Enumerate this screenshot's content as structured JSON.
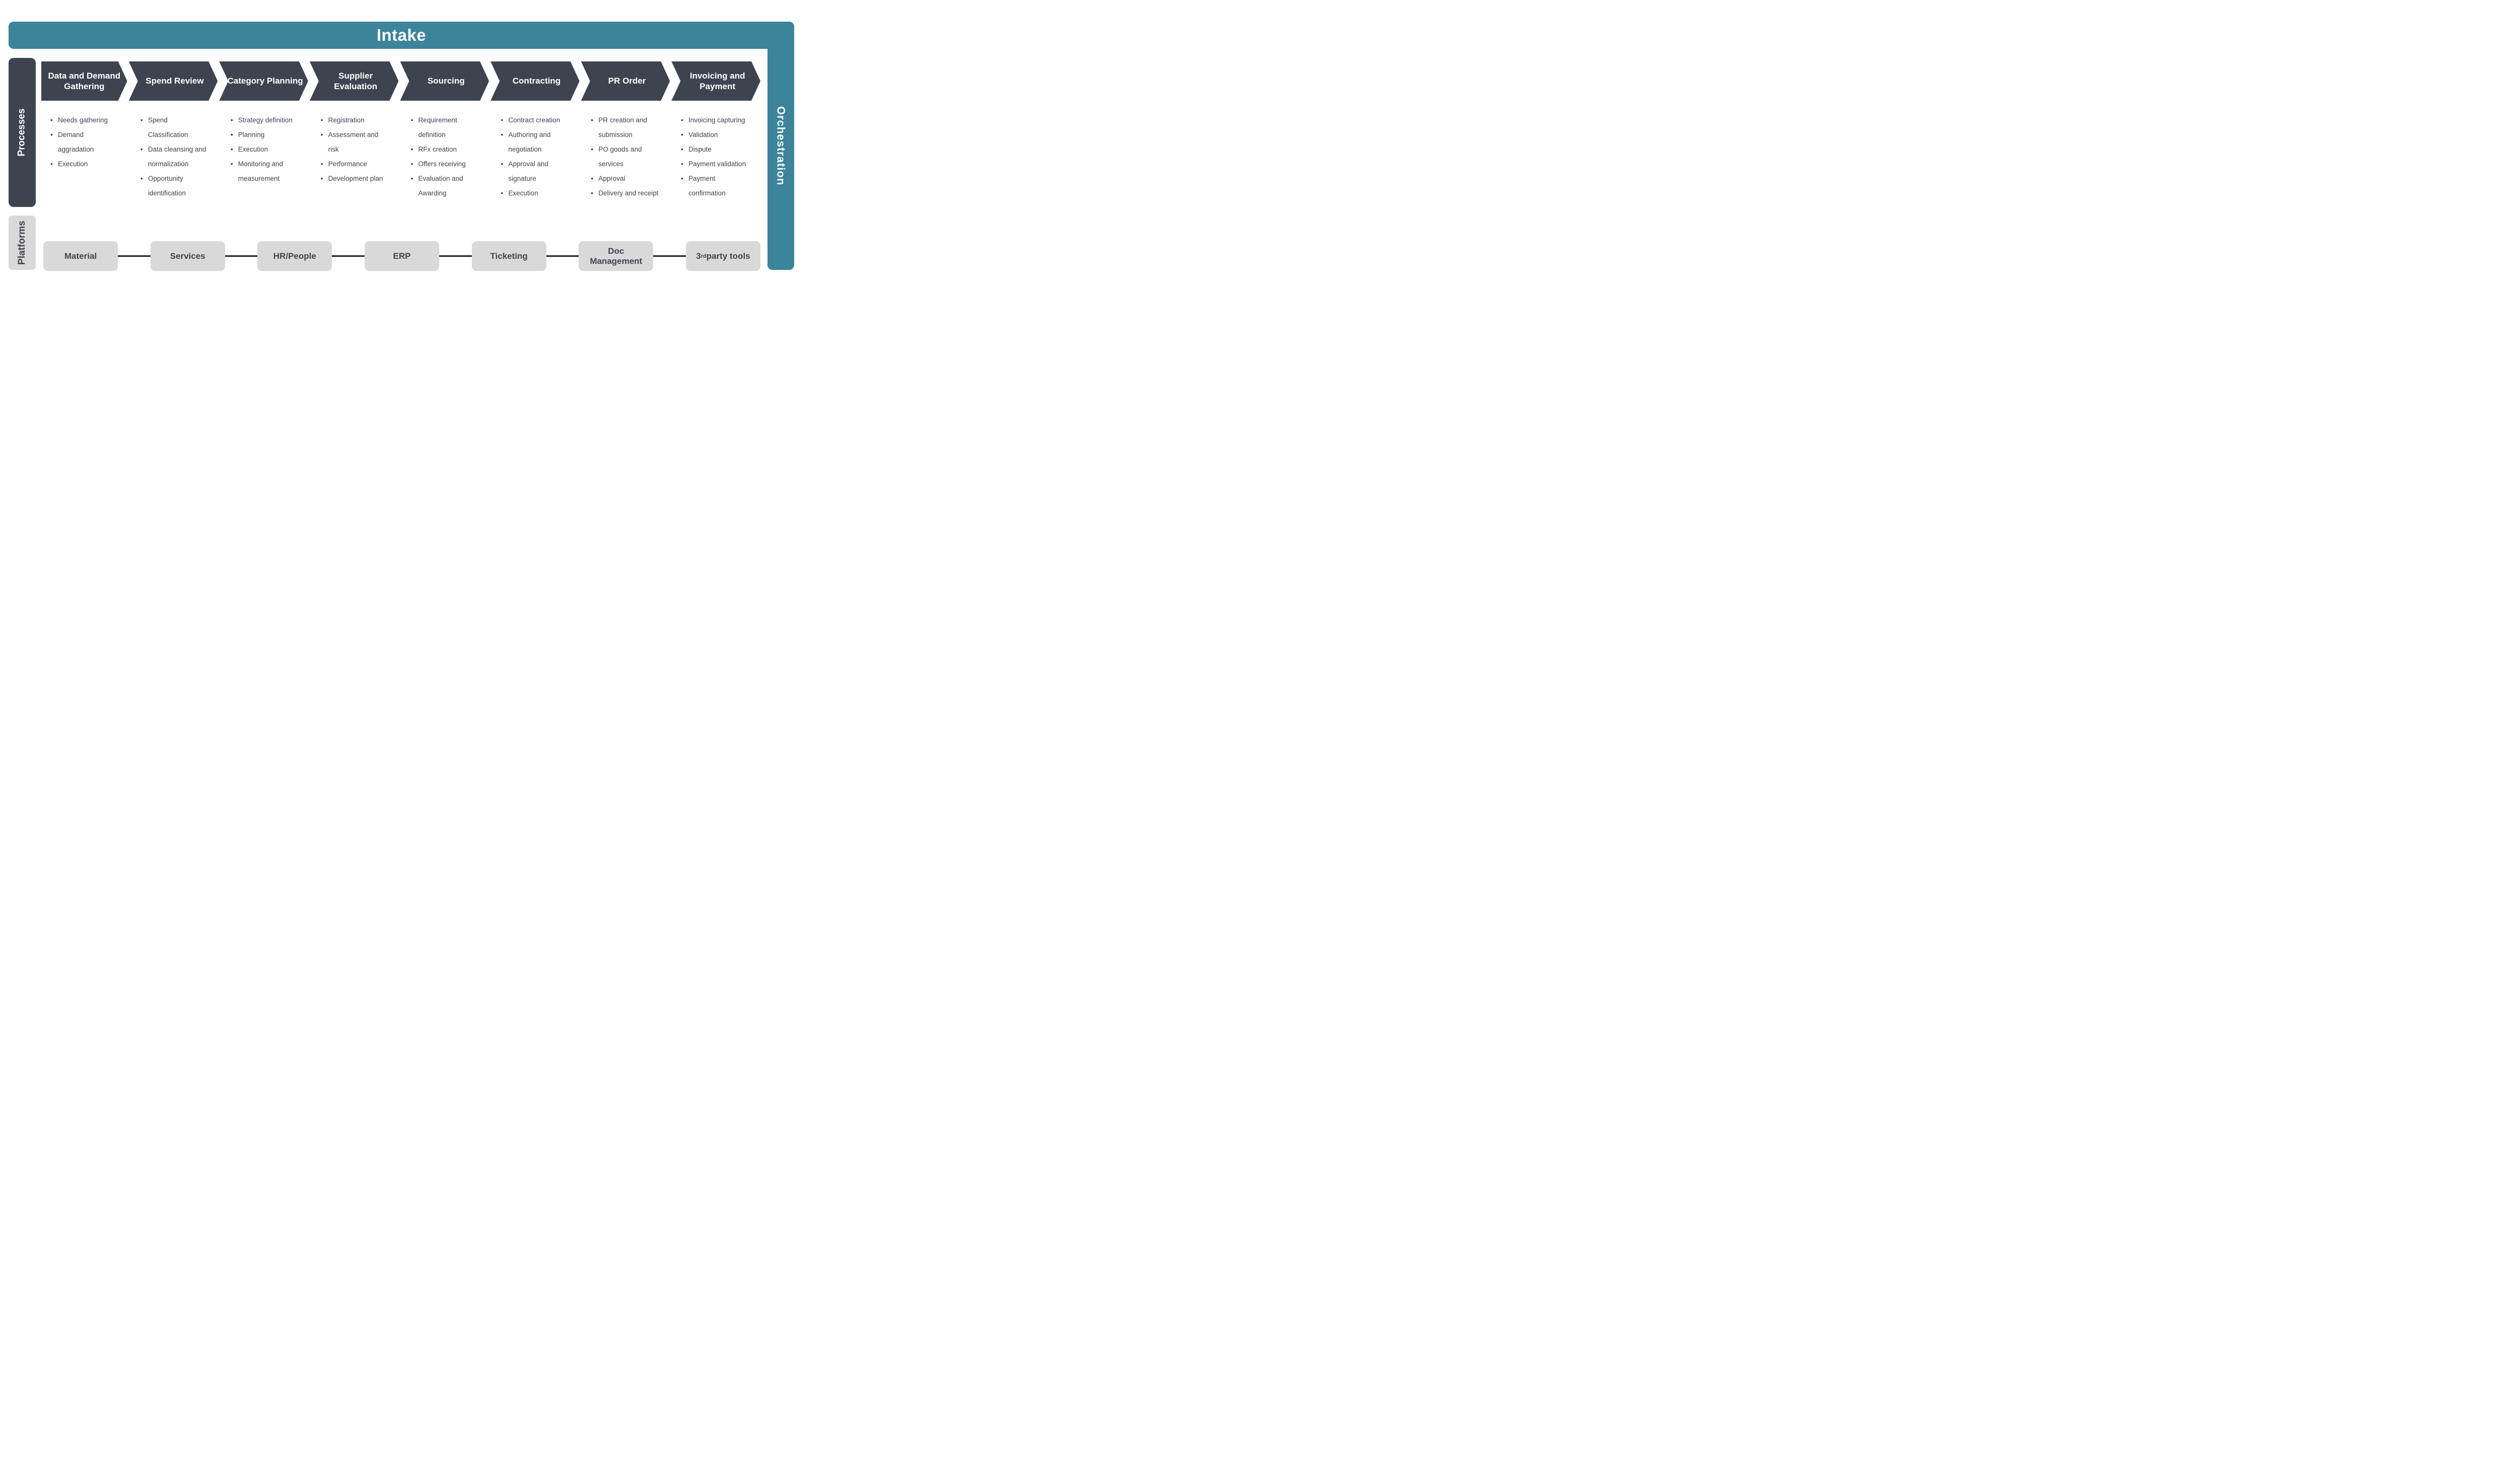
{
  "header": {
    "intake_label": "Intake",
    "orchestration_label": "Orchestration"
  },
  "rails": {
    "processes_label": "Processes",
    "platforms_label": "Platforms"
  },
  "stages": [
    {
      "title": "Data and Demand Gathering",
      "items": [
        "Needs gathering",
        "Demand aggradation",
        "Execution"
      ]
    },
    {
      "title": "Spend Review",
      "items": [
        "Spend Classification",
        "Data cleansing and normalization",
        "Opportunity identification"
      ]
    },
    {
      "title": "Category Planning",
      "items": [
        "Strategy definition",
        "Planning",
        "Execution",
        "Monitoring and measurement"
      ]
    },
    {
      "title": "Supplier Evaluation",
      "items": [
        "Registration",
        "Assessment and risk",
        "Performance",
        "Development plan"
      ]
    },
    {
      "title": "Sourcing",
      "items": [
        "Requirement definition",
        "RFx creation",
        "Offers receiving",
        "Evaluation and Awarding"
      ]
    },
    {
      "title": "Contracting",
      "items": [
        "Contract creation",
        "Authoring and negotiation",
        "Approval and signature",
        "Execution"
      ]
    },
    {
      "title": "PR Order",
      "items": [
        "PR creation and submission",
        "PO goods and services",
        "Approval",
        "Delivery and receipt"
      ]
    },
    {
      "title": "Invoicing and Payment",
      "items": [
        "Invoicing capturing",
        "Validation",
        "Dispute",
        "Payment validation",
        "Payment confirmation"
      ]
    }
  ],
  "platforms": [
    {
      "label": "Material"
    },
    {
      "label": "Services"
    },
    {
      "label": "HR/People"
    },
    {
      "label": "ERP"
    },
    {
      "label": "Ticketing"
    },
    {
      "label": "Doc Management"
    },
    {
      "label_pre": "3",
      "label_sup": "rd",
      "label_rest": " party tools"
    }
  ],
  "colors": {
    "teal": "#3B8499",
    "dark_slate": "#3D4450",
    "platform_gray": "#D9D9D9",
    "connector_black": "#1F1F1F",
    "background": "#FFFFFF"
  }
}
